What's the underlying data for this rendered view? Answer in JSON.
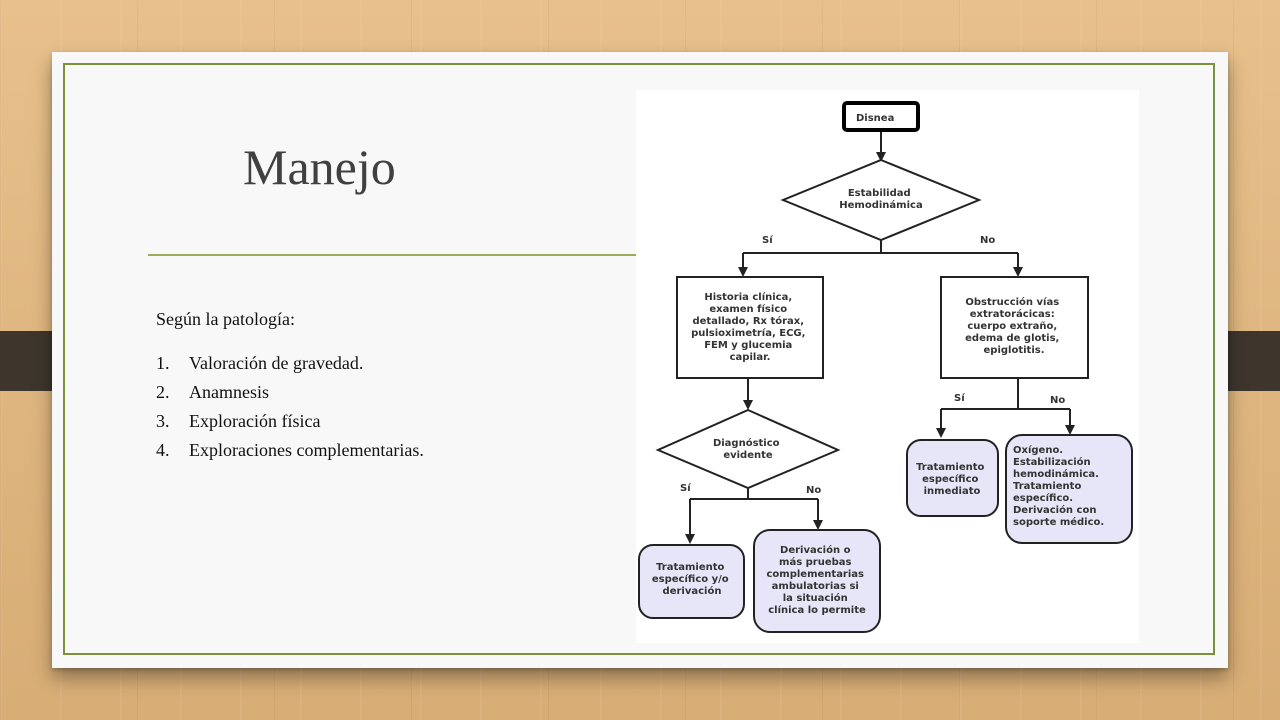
{
  "slide": {
    "title": "Manejo",
    "intro": "Según la patología:",
    "steps": [
      {
        "num": "1.",
        "text": "Valoración de gravedad."
      },
      {
        "num": "2.",
        "text": "Anamnesis"
      },
      {
        "num": "3.",
        "text": "Exploración física"
      },
      {
        "num": "4.",
        "text": "Exploraciones complementarias."
      }
    ],
    "colors": {
      "accent": "#7d9238",
      "rule": "#9aab5a",
      "box_fill": "#e6e6f8"
    }
  },
  "flowchart": {
    "start": "Disnea",
    "decision_1": [
      "Estabilidad",
      "Hemodinámica"
    ],
    "branch_yes": "Sí",
    "branch_no": "No",
    "box_history": [
      "Historia clínica,",
      "examen físico",
      "detallado, Rx tórax,",
      "pulsioximetría, ECG,",
      "FEM y glucemia",
      "capilar."
    ],
    "box_obstruction": [
      "Obstrucción vías",
      "extratorácicas:",
      "cuerpo extraño,",
      "edema de glotis,",
      "epiglotitis."
    ],
    "decision_2": [
      "Diagnóstico",
      "evidente"
    ],
    "end_treatment_derivation": [
      "Tratamiento",
      "específico y/o",
      "derivación"
    ],
    "end_derivation_tests": [
      "Derivación o",
      "más pruebas",
      "complementarias",
      "ambulatorias si",
      "la situación",
      "clínica lo permite"
    ],
    "end_immediate": [
      "Tratamiento",
      "específico",
      "inmediato"
    ],
    "end_oxygen": [
      "Oxígeno.",
      "Estabilización",
      "hemodinámica.",
      "Tratamiento",
      "específico.",
      "Derivación con",
      "soporte médico."
    ]
  }
}
